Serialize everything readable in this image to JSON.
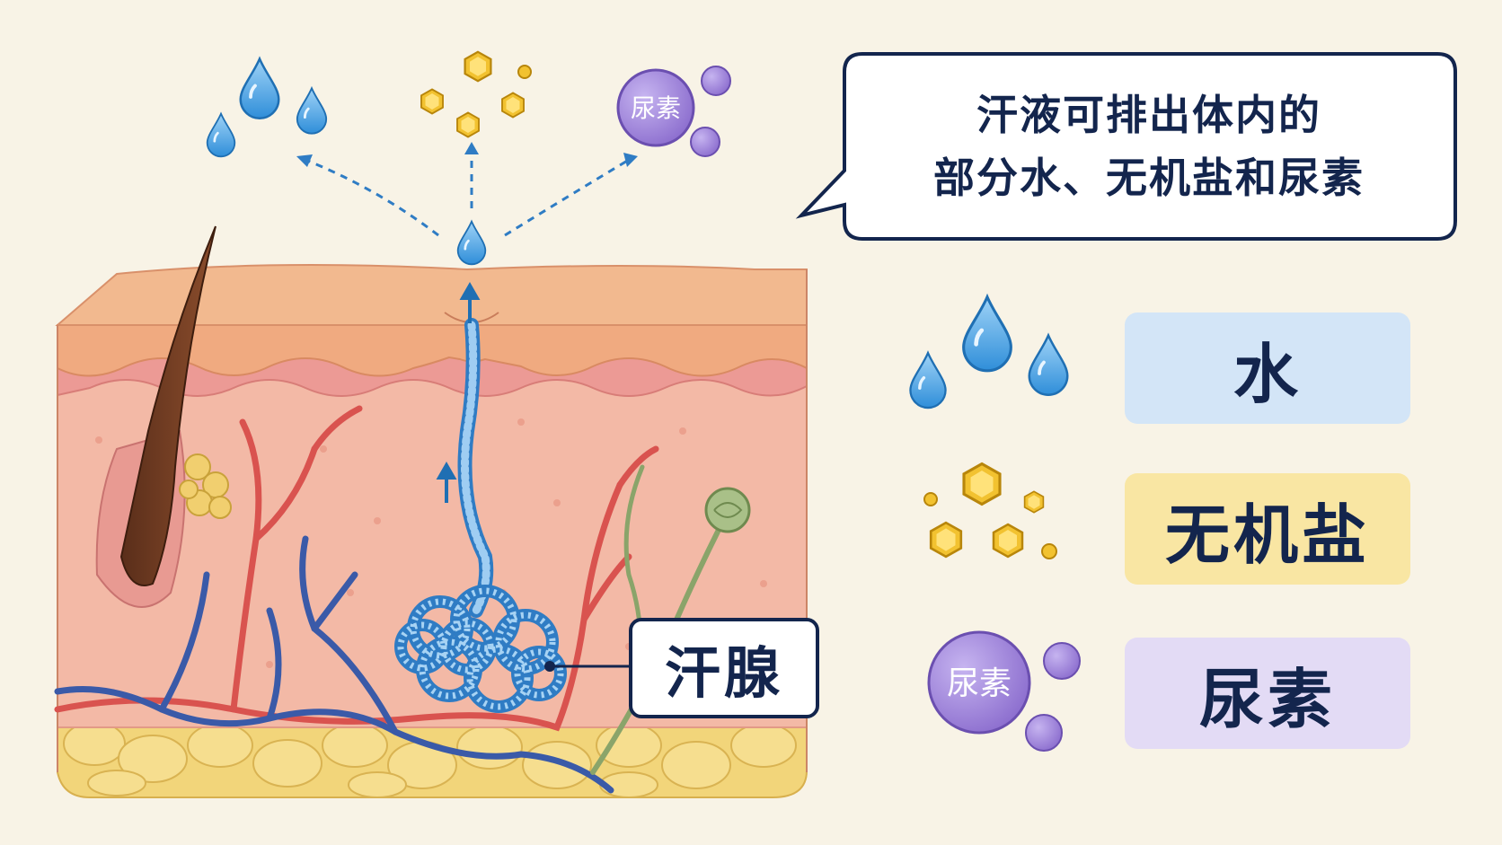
{
  "callout": {
    "line1": "汗液可排出体内的",
    "line2": "部分水、无机盐和尿素"
  },
  "labels": {
    "sweat_gland": "汗腺"
  },
  "particles": {
    "urea_badge": "尿素"
  },
  "legend": {
    "water": "水",
    "salt": "无机盐",
    "urea": "尿素"
  },
  "colors": {
    "water": "#4aa3e6",
    "salt": "#f2c230",
    "urea": "#9b7fd6",
    "navy": "#13254d"
  }
}
